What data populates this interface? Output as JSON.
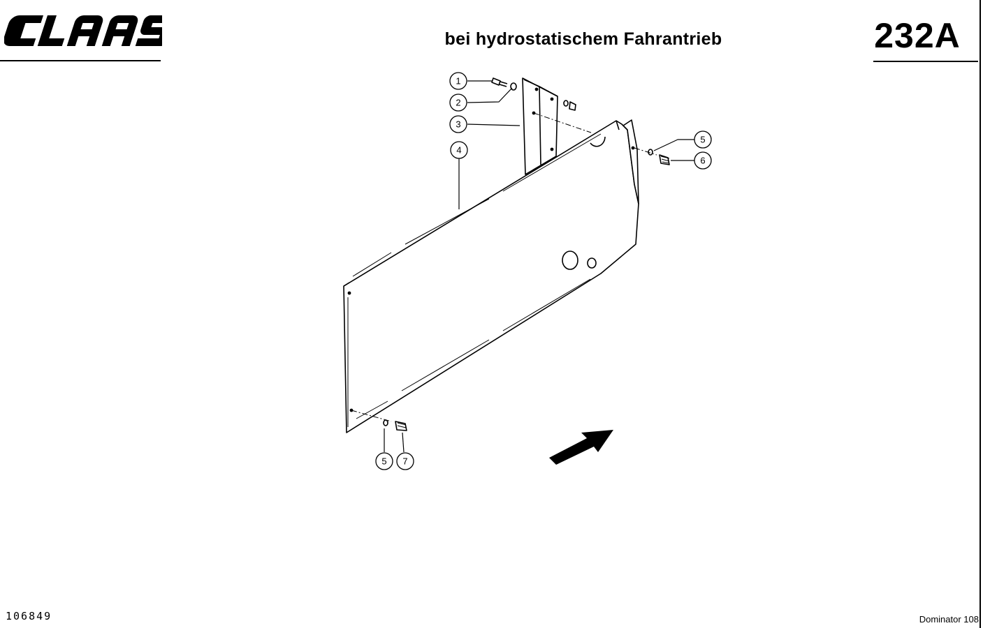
{
  "header": {
    "brand": "CLAAS",
    "title": "bei hydrostatischem Fahrantrieb",
    "page_number": "232A"
  },
  "callouts": [
    {
      "id": "c1",
      "label": "1"
    },
    {
      "id": "c2",
      "label": "2"
    },
    {
      "id": "c3",
      "label": "3"
    },
    {
      "id": "c4",
      "label": "4"
    },
    {
      "id": "c5a",
      "label": "5"
    },
    {
      "id": "c6",
      "label": "6"
    },
    {
      "id": "c5b",
      "label": "5"
    },
    {
      "id": "c7",
      "label": "7"
    }
  ],
  "footer": {
    "document_id": "106849",
    "model": "Dominator 108"
  }
}
